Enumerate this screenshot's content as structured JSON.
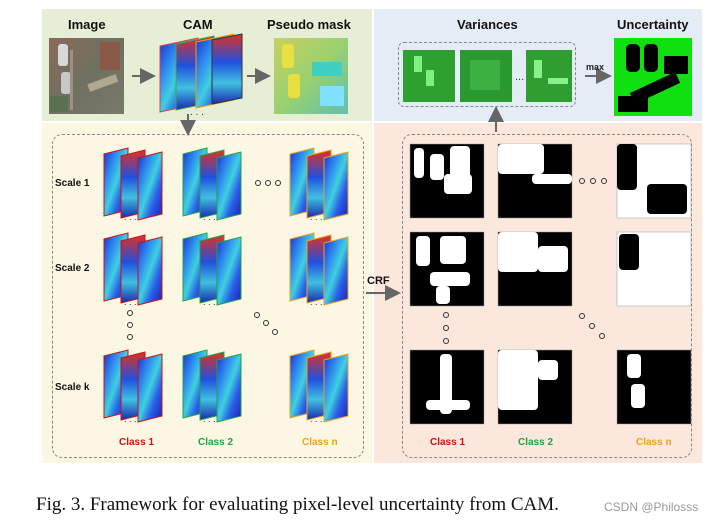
{
  "top_left": {
    "image_label": "Image",
    "cam_label": "CAM",
    "pseudo_mask_label": "Pseudo mask"
  },
  "top_right": {
    "variances_label": "Variances",
    "uncertainty_label": "Uncertainty",
    "max_label": "max"
  },
  "left_panel": {
    "scales": [
      "Scale 1",
      "Scale 2",
      "Scale k"
    ],
    "classes": [
      "Class 1",
      "Class 2",
      "Class n"
    ]
  },
  "right_panel": {
    "classes": [
      "Class 1",
      "Class 2",
      "Class n"
    ]
  },
  "crf_label": "CRF",
  "caption": "Fig. 3.   Framework for evaluating pixel-level uncertainty from CAM.",
  "watermark": "CSDN @Philosss",
  "colors": {
    "green_bg": "#e6efd6",
    "blue_bg": "#e4ecf6",
    "yellow_bg": "#fcf7e2",
    "pink_bg": "#fbe7dc",
    "class1": "#cc1111",
    "class2": "#22a04a",
    "classn": "#f0a020"
  }
}
